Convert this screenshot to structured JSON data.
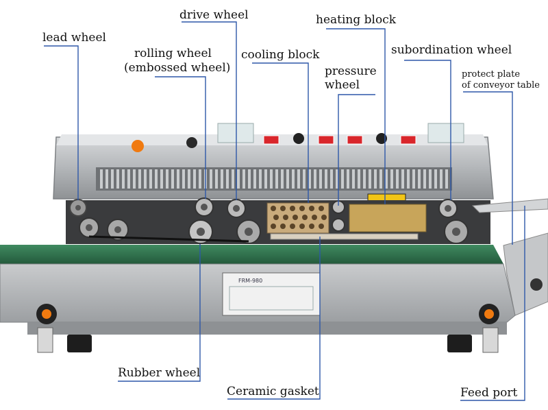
{
  "labels": {
    "drive_wheel": "drive wheel",
    "heating_block": "heating block",
    "lead_wheel": "lead wheel",
    "rolling_wheel_line1": "rolling wheel",
    "rolling_wheel_line2": "(embossed wheel)",
    "cooling_block": "cooling block",
    "subordination_wheel": "subordination wheel",
    "pressure_wheel_line1": "pressure",
    "pressure_wheel_line2": "wheel",
    "protect_plate_line1": "protect plate",
    "protect_plate_line2": "of conveyor table",
    "rubber_wheel": "Rubber wheel",
    "ceramic_gasket": "Ceramic gasket",
    "feed_port": "Feed port"
  },
  "nameplate": {
    "model": "FRM-980"
  },
  "colors": {
    "callout_line": "#2d57a8",
    "stainless": "#b9bcbf",
    "belt": "#2e6b4a",
    "knob": "#f07a10",
    "switch": "#d9262b",
    "heater": "#c8a55a"
  }
}
